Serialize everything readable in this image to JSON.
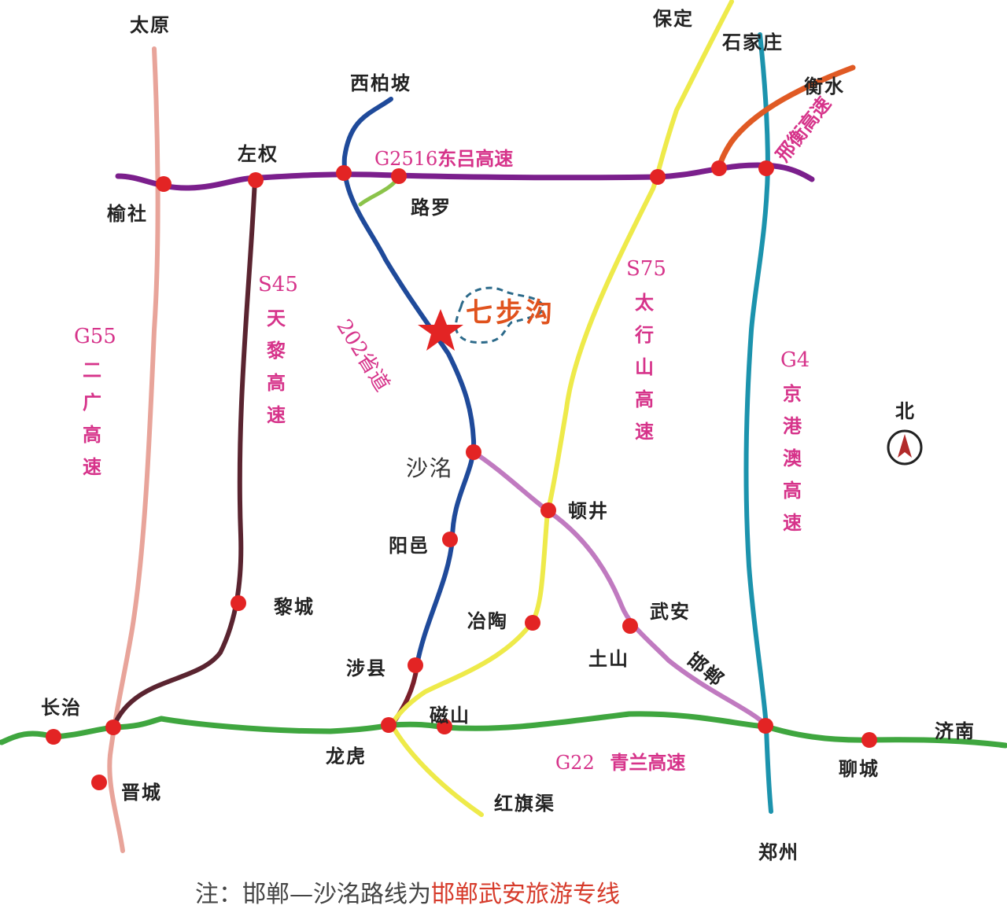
{
  "map": {
    "attraction": {
      "name": "七步沟",
      "marker": "red-star"
    },
    "places": {
      "taiyuan": "太原",
      "yushe": "榆社",
      "zuoquan": "左权",
      "xibaipo": "西柏坡",
      "luluo": "路罗",
      "baoding": "保定",
      "shijiazhuang": "石家庄",
      "hengshui": "衡水",
      "shaluo": "沙洺",
      "dunjing": "顿井",
      "yangyi": "阳邑",
      "licheng": "黎城",
      "yetao": "冶陶",
      "wuan": "武安",
      "tushan": "土山",
      "handan": "邯郸",
      "shexian": "涉县",
      "cishan": "磁山",
      "changzhi": "长治",
      "longhu": "龙虎",
      "jincheng": "晋城",
      "hongqiqu": "红旗渠",
      "zhengzhou": "郑州",
      "liaocheng": "聊城",
      "jinan": "济南"
    },
    "highways": {
      "g2516": {
        "code": "G2516",
        "name": "东吕高速",
        "color": "#7b1f8c"
      },
      "g55": {
        "code": "G55",
        "chars": [
          "二",
          "广",
          "高",
          "速"
        ],
        "color": "#e8a49a"
      },
      "s45": {
        "code": "S45",
        "chars": [
          "天",
          "黎",
          "高",
          "速"
        ],
        "color": "#5a2430"
      },
      "s202": {
        "label": "202省道",
        "color": "#1f4a9a"
      },
      "s75": {
        "code": "S75",
        "chars": [
          "太",
          "行",
          "山",
          "高",
          "速"
        ],
        "color": "#eeea4a"
      },
      "g4": {
        "code": "G4",
        "chars": [
          "京",
          "港",
          "澳",
          "高",
          "速"
        ],
        "color": "#1c93ad"
      },
      "xingheng": {
        "label": "邢衡高速",
        "color": "#e05a24"
      },
      "g22": {
        "code": "G22",
        "name": "青兰高速",
        "color": "#3fa63f"
      },
      "tourist_line": {
        "color": "#c07ac0"
      },
      "connector": {
        "color": "#8bc34a"
      }
    },
    "compass": {
      "label": "北",
      "icon": "north-arrow"
    },
    "note": {
      "prefix": "注：邯郸—沙洺路线为",
      "highlight": "邯郸武安旅游专线"
    },
    "stop_color": "#e32424"
  }
}
